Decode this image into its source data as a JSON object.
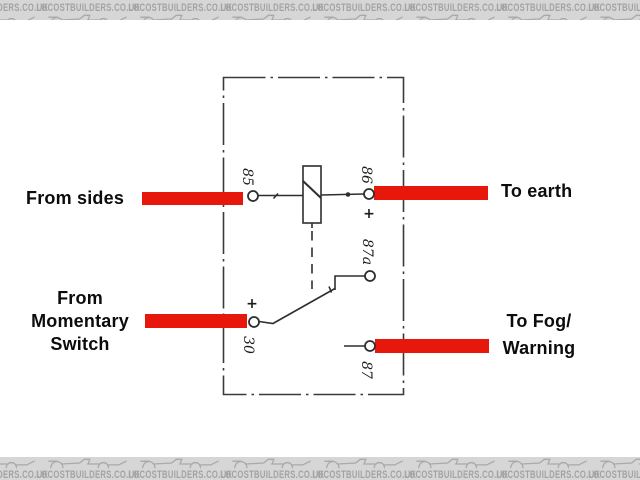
{
  "watermark": {
    "text": "LOCOSTBUILDERS.CO.UK"
  },
  "colors": {
    "wire_red": "#e8170c",
    "banner_bg": "#d6d6d6",
    "banner_text": "#a3a3a3",
    "diagram_line": "#2e2e2e"
  },
  "wire_labels": {
    "from_sides": "From sides",
    "to_earth": "To earth",
    "from_momentary": [
      "From",
      "Momentary",
      "Switch"
    ],
    "to_fog": [
      "To Fog/",
      "Warning"
    ]
  },
  "relay": {
    "terminals": {
      "t85": "85",
      "t86": "86",
      "t87a": "87a",
      "t30": "30",
      "t87": "87"
    },
    "plus_86": "+",
    "plus_30": "+"
  }
}
